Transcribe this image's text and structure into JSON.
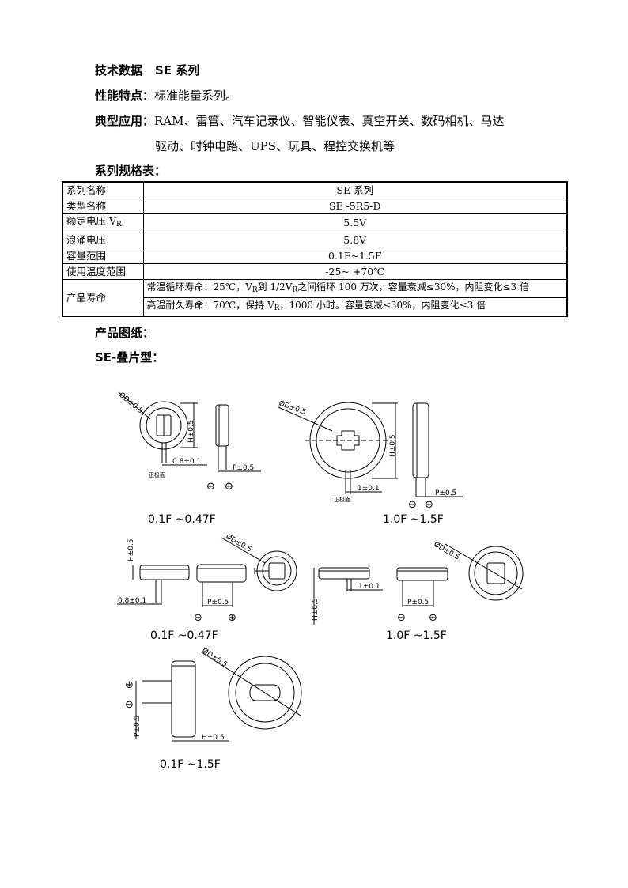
{
  "header": {
    "title_a": "技术数据",
    "title_b": "SE 系列",
    "features_label": "性能特点：",
    "features_value": "标准能量系列。",
    "apps_label": "典型应用：",
    "apps_line1": "RAM、雷管、汽车记录仪、智能仪表、真空开关、数码相机、马达",
    "apps_line2": "驱动、时钟电路、UPS、玩具、程控交换机等",
    "table_title": "系列规格表："
  },
  "spec_table": {
    "rows": [
      {
        "key": "系列名称",
        "value": "SE 系列"
      },
      {
        "key": "类型名称",
        "value": "SE -5R5-D"
      },
      {
        "key": "额定电压 V",
        "key_sub": "R",
        "value": "5.5V"
      },
      {
        "key": "浪涌电压",
        "value": "5.8V"
      },
      {
        "key": "容量范围",
        "value": "0.1F~1.5F"
      },
      {
        "key": "使用温度范围",
        "value": "-25~ +70℃"
      }
    ],
    "life_key": "产品寿命",
    "life_1a": "常温循环寿命：25℃，V",
    "life_1b": "R",
    "life_1c": "到 1/2V",
    "life_1d": "R",
    "life_1e": "之间循环 100 万次，容量衰减≤30%，内阻变化≤3 倍",
    "life_2a": "高温耐久寿命：70℃，保持 V",
    "life_2b": "R",
    "life_2c": "，1000 小时。容量衰减≤30%，内阻变化≤3 倍"
  },
  "drawings": {
    "section_title": "产品图纸：",
    "type_title": "SE-叠片型：",
    "cap_a": "0.1F ~0.47F",
    "cap_b": "1.0F ~1.5F",
    "cap_c": "0.1F ~0.47F",
    "cap_d": "1.0F ~1.5F",
    "cap_e": "0.1F ~1.5F",
    "dim_d": "ØD±0.5",
    "dim_h": "H±0.5",
    "dim_p": "P±0.5",
    "dim_08": "0.8±0.1",
    "dim_1": "1±0.1",
    "dim_hh": "H±0.5",
    "pos_label": "正极面",
    "minus": "⊖",
    "plus": "⊕"
  }
}
